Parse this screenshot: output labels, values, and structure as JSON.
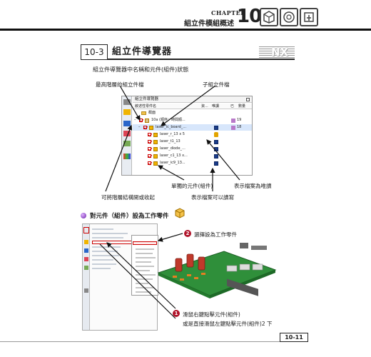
{
  "header": {
    "chapter_label": "CHAPTER",
    "chapter_number": "10",
    "chapter_title": "組立件模組概述"
  },
  "section": {
    "number": "10-3",
    "title": "組立件導覽器",
    "logo": "NX",
    "intro": "組立件導覽器中名稱和元件(組件)狀態"
  },
  "callouts": {
    "top_left": "最高階層的組立件檔",
    "top_right": "子組立件檔",
    "expand_collapse": "可將階層結構開或收起",
    "single_part": "單獨的元件(組件)",
    "read_only": "表示檔案為唯讀",
    "read_write": "表示檔案可以讀寫"
  },
  "navigator": {
    "title": "組立件導覽器",
    "columns": [
      "敘述性零件名",
      "資...",
      "唯讀",
      "已",
      "數量"
    ],
    "rows": [
      {
        "name": "截面",
        "type": "folder",
        "qty": ""
      },
      {
        "name": "10a (順序：時間順...",
        "type": "root",
        "qty": "19"
      },
      {
        "name": "laser_ic_board_...",
        "type": "sub",
        "qty": "18"
      },
      {
        "name": "laser_r_13 x 5",
        "type": "part",
        "qty": ""
      },
      {
        "name": "laser_t1_13",
        "type": "part",
        "qty": ""
      },
      {
        "name": "laser_diode_...",
        "type": "part",
        "qty": ""
      },
      {
        "name": "laser_c1_13 x...",
        "type": "part",
        "qty": ""
      },
      {
        "name": "laser_ic9_13...",
        "type": "part",
        "qty": ""
      }
    ]
  },
  "subsection": {
    "title": "對元件（組件）設為工作零件"
  },
  "steps": [
    {
      "num": "2",
      "text": "選擇設為工作零件"
    },
    {
      "num": "1",
      "text": "滑鼠右鍵點擊元件(組件)"
    },
    {
      "num": "",
      "text": "或是直接滑鼠左鍵點擊元件(組件)2 下"
    }
  ],
  "page_number": "10-11",
  "colors": {
    "accent_red": "#b0142a",
    "bullet_purple": "#6a1fa8"
  }
}
